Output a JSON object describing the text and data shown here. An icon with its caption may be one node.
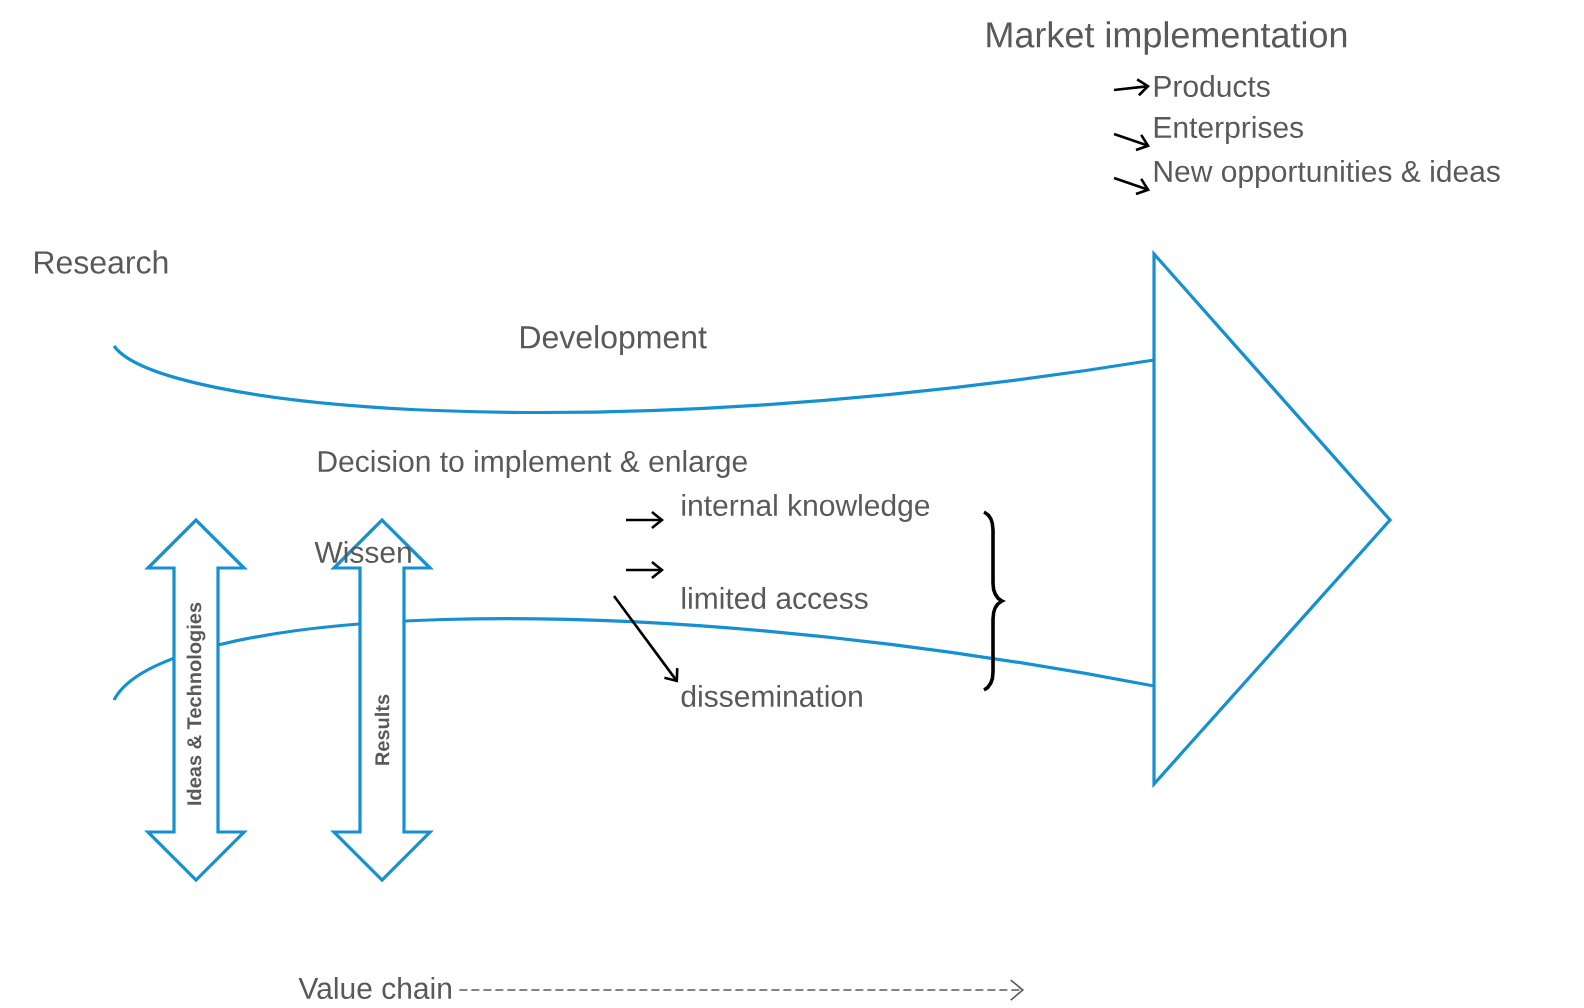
{
  "diagram": {
    "nodes": [
      {
        "text": [
          "Products"
        ]
      },
      {
        "text": [
          "Enterprises"
        ]
      },
      {
        "text": [
          "New opportunities & ideas"
        ]
      },
      {
        "text": [
          "internal knowledge"
        ]
      },
      {
        "text": [
          "limited access"
        ]
      },
      {
        "text": [
          "dissemination"
        ]
      },
      {
        "text": [
          "Ideas & Technologies"
        ]
      },
      {
        "text": [
          "Results"
        ]
      }
    ],
    "edges": [
      {
        "from": null,
        "to": 0,
        "arrow": "to"
      },
      {
        "from": null,
        "to": 1,
        "arrow": "to"
      },
      {
        "from": null,
        "to": 2,
        "arrow": "to"
      },
      {
        "from": null,
        "to": 3,
        "arrow": "to"
      },
      {
        "from": null,
        "to": 4,
        "arrow": "to"
      },
      {
        "from": null,
        "to": 5,
        "arrow": "to"
      }
    ],
    "labels": [
      "Market implementation",
      "Research",
      "Development",
      "Decision to implement & enlarge",
      "Wissen",
      "Value chain"
    ]
  }
}
